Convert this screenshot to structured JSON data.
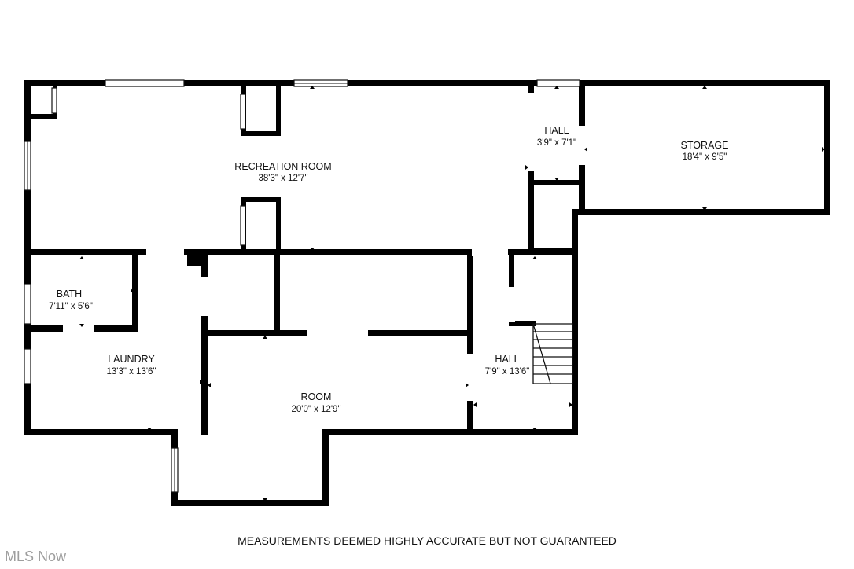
{
  "rooms": [
    {
      "id": "recreation-room",
      "name": "RECREATION ROOM",
      "dimensions": "38'3\" x 12'7\""
    },
    {
      "id": "hall-upper",
      "name": "HALL",
      "dimensions": "3'9\" x 7'1\""
    },
    {
      "id": "storage",
      "name": "STORAGE",
      "dimensions": "18'4\" x 9'5\""
    },
    {
      "id": "bath",
      "name": "BATH",
      "dimensions": "7'11\" x 5'6\""
    },
    {
      "id": "laundry",
      "name": "LAUNDRY",
      "dimensions": "13'3\" x 13'6\""
    },
    {
      "id": "room",
      "name": "ROOM",
      "dimensions": "20'0\" x 12'9\""
    },
    {
      "id": "hall-lower",
      "name": "HALL",
      "dimensions": "7'9\" x 13'6\""
    }
  ],
  "disclaimer": "MEASUREMENTS DEEMED HIGHLY ACCURATE BUT NOT GUARANTEED",
  "brand": "MLS Now",
  "colors": {
    "walls": "#000000",
    "background": "#ffffff",
    "brand": "#9e9e9e"
  }
}
